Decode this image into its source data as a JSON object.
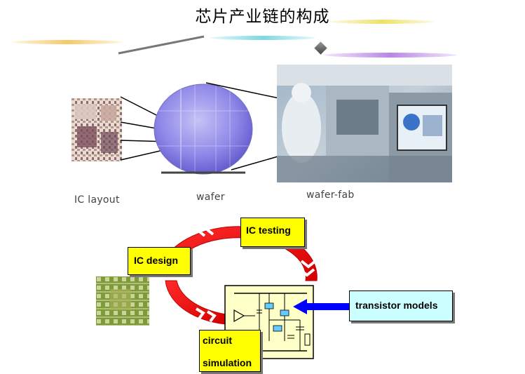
{
  "title": "芯片产业链的构成",
  "top_images": {
    "ic_layout_caption": "IC layout",
    "wafer_caption": "wafer",
    "wafer_fab_caption": "wafer-fab"
  },
  "flow": {
    "ic_testing_label": "IC testing",
    "ic_design_label": "IC design",
    "circuit_simulation_line1": "circuit",
    "circuit_simulation_line2": "simulation",
    "transistor_models_label": "transistor models"
  },
  "colors": {
    "cycle_arrow": "#ff0000",
    "label_box": "#ffff00",
    "model_box": "#ccffff",
    "model_arrow": "#0000ff"
  }
}
